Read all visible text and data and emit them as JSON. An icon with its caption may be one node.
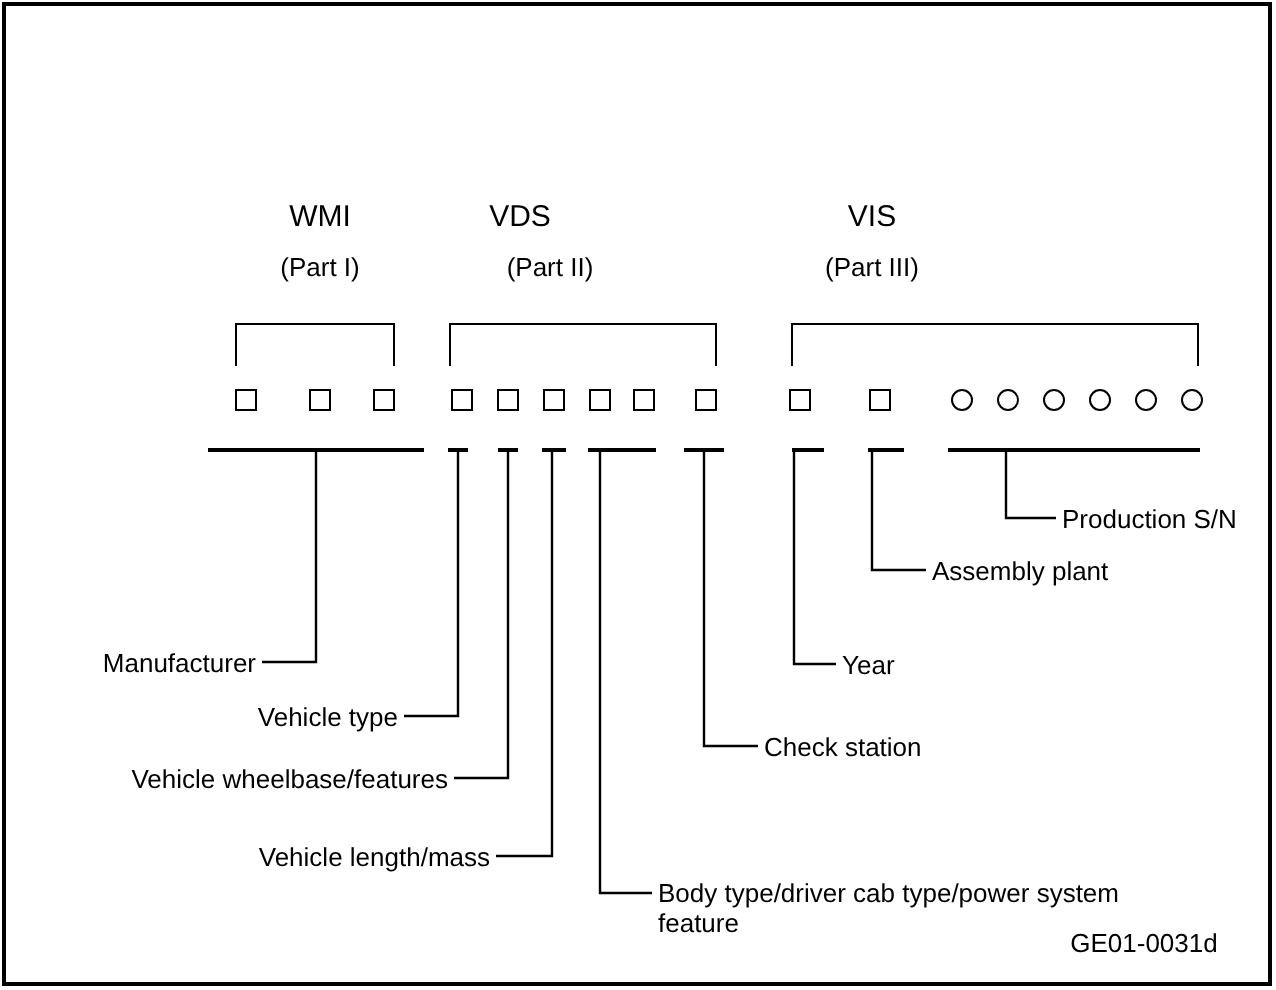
{
  "diagram": {
    "nodes": [
      {
        "text": [],
        "shape": "bar"
      },
      {
        "text": [],
        "shape": "bar"
      },
      {
        "text": [],
        "shape": "bar"
      },
      {
        "text": [],
        "shape": "bar"
      },
      {
        "text": [],
        "shape": "bar"
      },
      {
        "text": [],
        "shape": "bar"
      },
      {
        "text": [],
        "shape": "bar"
      },
      {
        "text": [],
        "shape": "bar"
      },
      {
        "text": [],
        "shape": "bar"
      },
      {
        "text": [
          "Manufacturer"
        ]
      },
      {
        "text": [
          "Vehicle type"
        ]
      },
      {
        "text": [
          "Vehicle wheelbase/features"
        ]
      },
      {
        "text": [
          "Vehicle length/mass"
        ]
      },
      {
        "text": [
          "Body type/driver cab type/power system feature"
        ]
      },
      {
        "text": [
          "Check station"
        ]
      },
      {
        "text": [
          "Year"
        ]
      },
      {
        "text": [
          "Assembly plant"
        ]
      },
      {
        "text": [
          "Production S/N"
        ]
      }
    ],
    "edges": [
      {
        "from": 9,
        "to": 0,
        "arrow": "none"
      },
      {
        "from": 10,
        "to": 1,
        "arrow": "none"
      },
      {
        "from": 11,
        "to": 2,
        "arrow": "none"
      },
      {
        "from": 12,
        "to": 3,
        "arrow": "none"
      },
      {
        "from": 13,
        "to": 4,
        "arrow": "none"
      },
      {
        "from": 14,
        "to": 5,
        "arrow": "none"
      },
      {
        "from": 15,
        "to": 6,
        "arrow": "none"
      },
      {
        "from": 16,
        "to": 7,
        "arrow": "none"
      },
      {
        "from": 17,
        "to": 8,
        "arrow": "none"
      }
    ],
    "labels": [
      "WMI",
      "VDS",
      "VIS",
      "(Part I)",
      "(Part II)",
      "(Part III)",
      "GE01-0031d"
    ]
  }
}
